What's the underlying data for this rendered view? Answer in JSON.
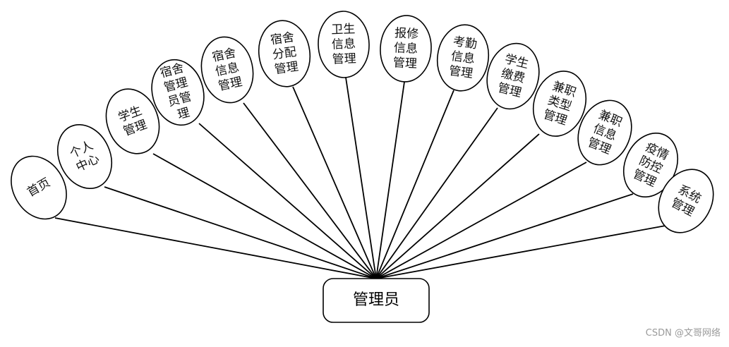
{
  "root": {
    "label": "管理员"
  },
  "nodes": [
    {
      "lines": [
        "首页"
      ]
    },
    {
      "lines": [
        "个人",
        "中心"
      ]
    },
    {
      "lines": [
        "学生",
        "管理"
      ]
    },
    {
      "lines": [
        "宿舍",
        "管理",
        "员管",
        "理"
      ]
    },
    {
      "lines": [
        "宿舍",
        "信息",
        "管理"
      ]
    },
    {
      "lines": [
        "宿舍",
        "分配",
        "管理"
      ]
    },
    {
      "lines": [
        "卫生",
        "信息",
        "管理"
      ]
    },
    {
      "lines": [
        "报修",
        "信息",
        "管理"
      ]
    },
    {
      "lines": [
        "考勤",
        "信息",
        "管理"
      ]
    },
    {
      "lines": [
        "学生",
        "缴费",
        "管理"
      ]
    },
    {
      "lines": [
        "兼职",
        "类型",
        "管理"
      ]
    },
    {
      "lines": [
        "兼职",
        "信息",
        "管理"
      ]
    },
    {
      "lines": [
        "疫情",
        "防控",
        "管理"
      ]
    },
    {
      "lines": [
        "系统",
        "管理"
      ]
    }
  ],
  "watermark": "CSDN @文哥网络"
}
